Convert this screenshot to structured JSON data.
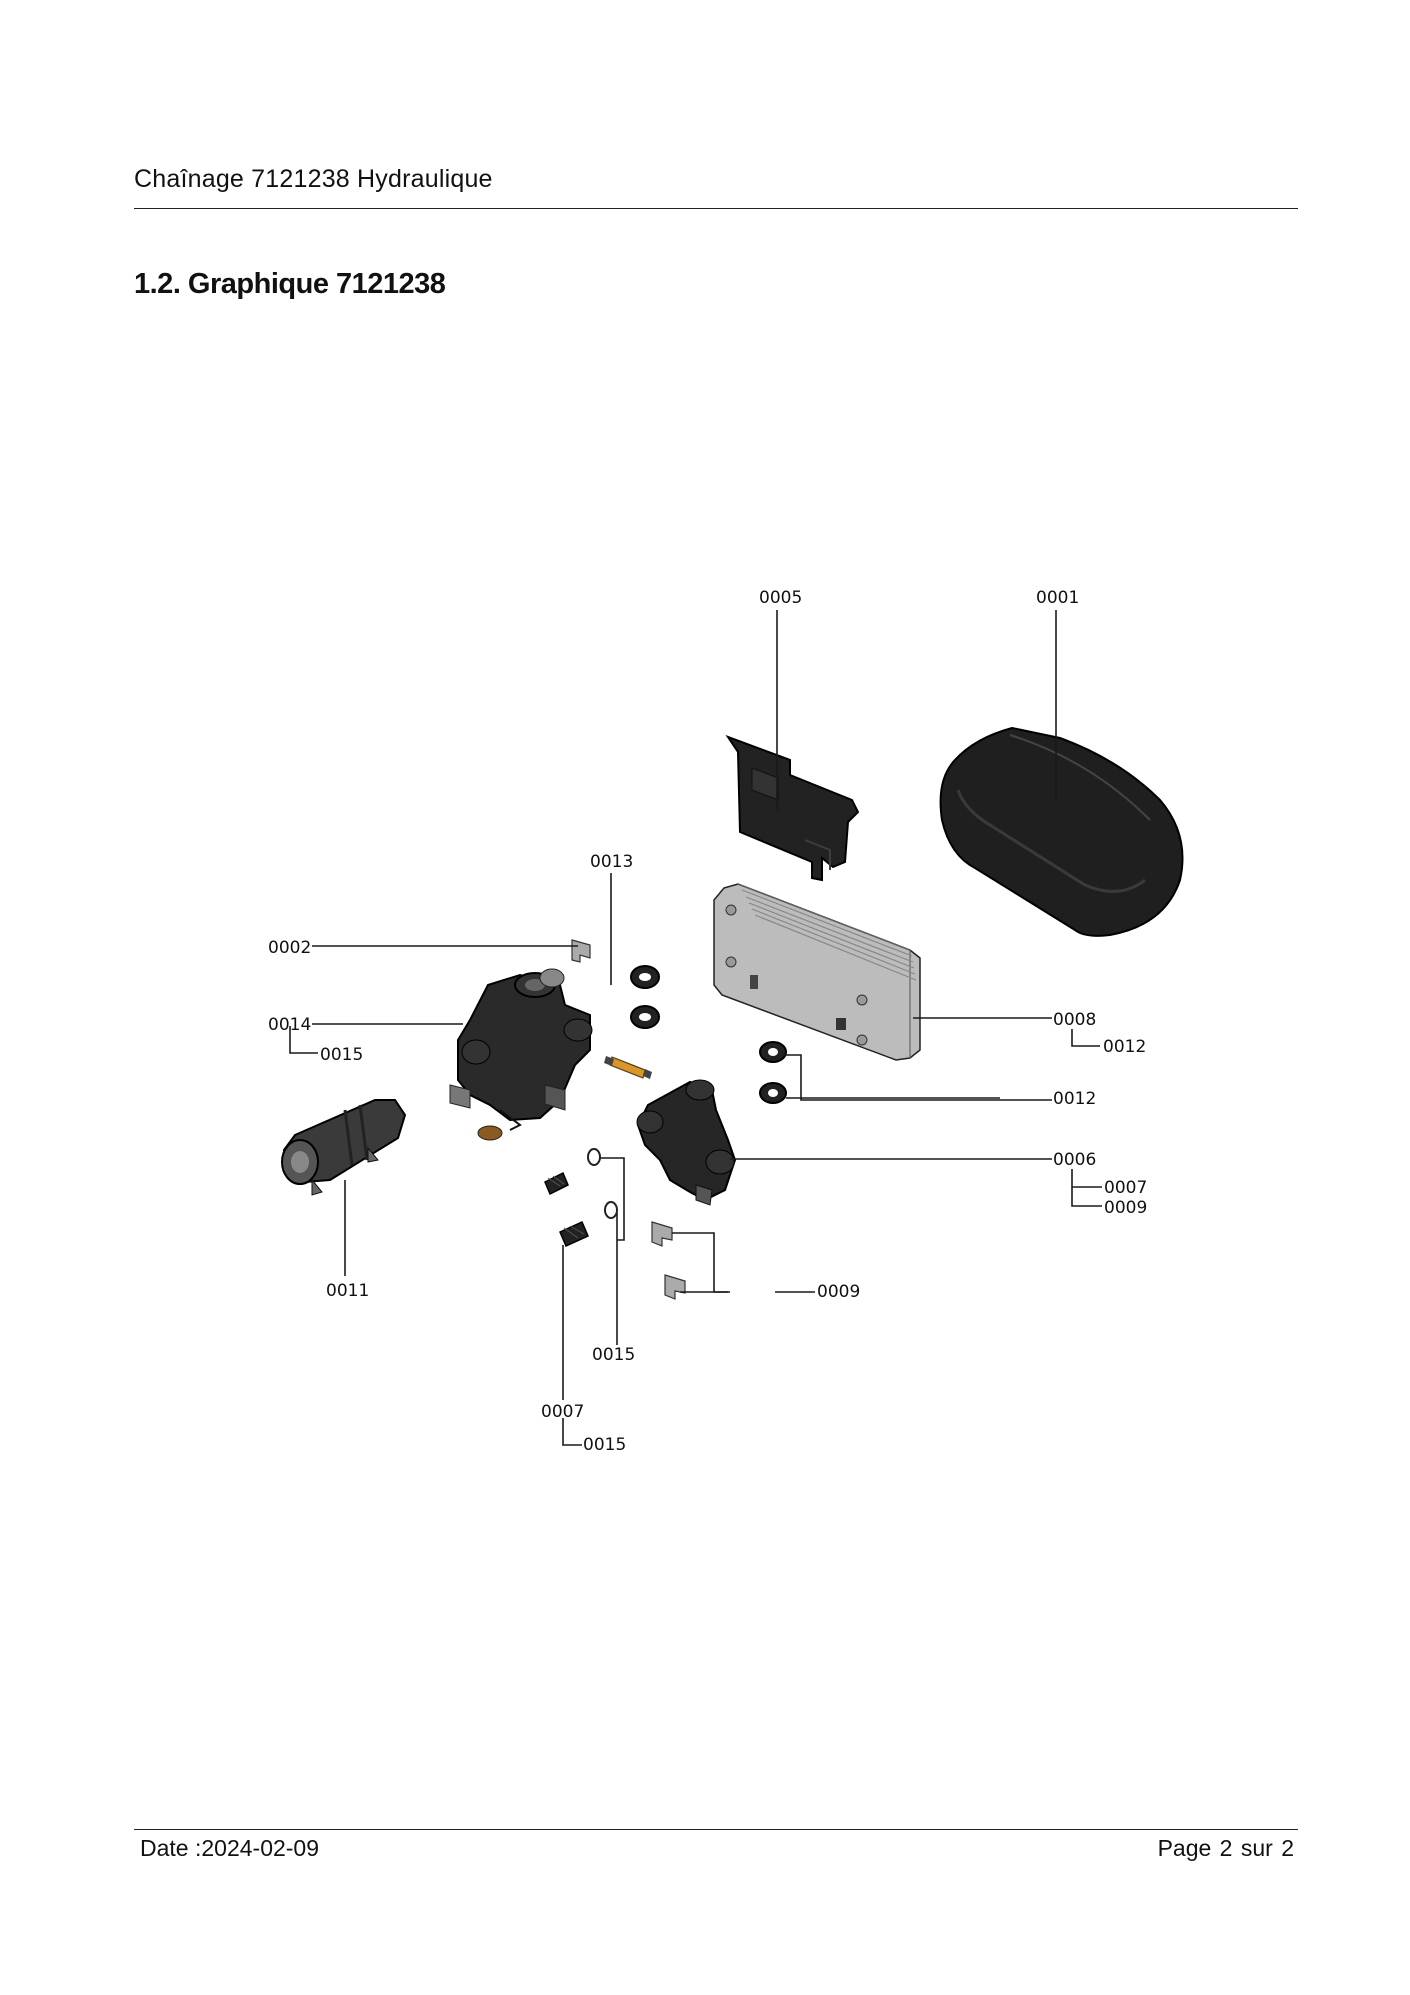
{
  "header": {
    "title": "Chaînage 7121238 Hydraulique"
  },
  "section": {
    "title": "1.2. Graphique 7121238"
  },
  "diagram": {
    "callouts": {
      "c0005": "0005",
      "c0001": "0001",
      "c0013": "0013",
      "c0002": "0002",
      "c0014": "0014",
      "c0015a": "0015",
      "c0008": "0008",
      "c0012a": "0012",
      "c0012b": "0012",
      "c0006": "0006",
      "c0007a": "0007",
      "c0009a": "0009",
      "c0011": "0011",
      "c0009b": "0009",
      "c0015b": "0015",
      "c0007b": "0007",
      "c0015c": "0015"
    }
  },
  "footer": {
    "date": "Date :2024-02-09",
    "page": "Page 2 sur 2"
  }
}
